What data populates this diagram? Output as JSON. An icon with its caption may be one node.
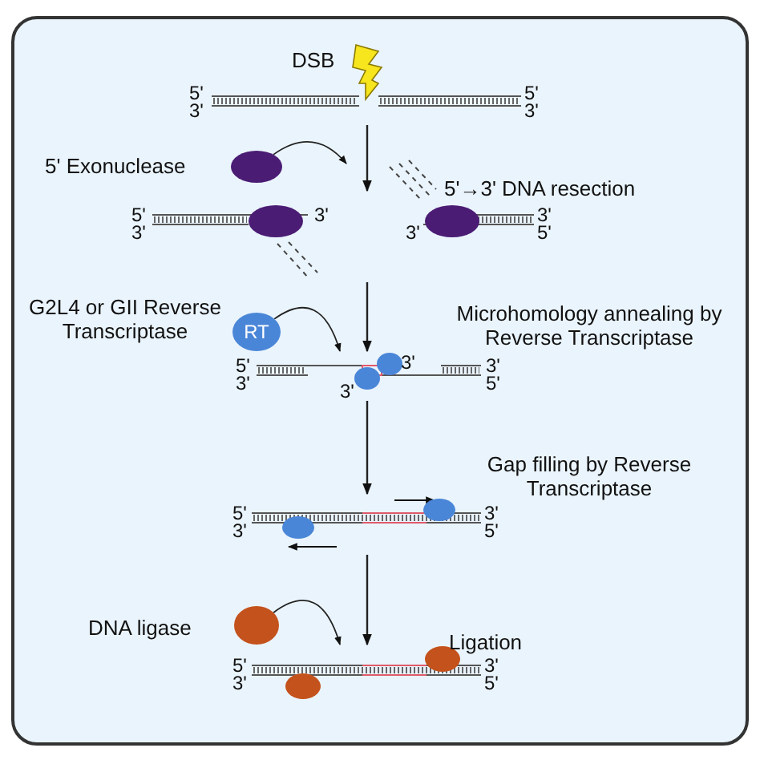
{
  "diagram": {
    "nodes": [
      {
        "text": [
          "5'",
          "3'",
          "5'",
          "3'"
        ],
        "beside": [
          "DSB"
        ]
      },
      {
        "text": [],
        "shape": "circle",
        "beside": [
          "5' Exonuclease"
        ]
      },
      {
        "text": [
          "5'",
          "3'",
          "3'"
        ]
      },
      {
        "text": [
          "3'",
          "3'",
          "5'"
        ]
      },
      {
        "text": [
          "RT"
        ],
        "beside": [
          "G2L4 or GII Reverse Transcriptase"
        ]
      },
      {
        "text": [
          "5'",
          "3'",
          "3'",
          "3'",
          "3'",
          "5'"
        ]
      },
      {
        "text": [
          "5'",
          "3'",
          "3'",
          "5'"
        ]
      },
      {
        "text": [],
        "shape": "circle",
        "beside": [
          "DNA ligase"
        ]
      },
      {
        "text": [
          "5'",
          "3'",
          "3'",
          "5'"
        ]
      }
    ],
    "edges": [
      {
        "from": 0,
        "to": null,
        "arrow": "to"
      },
      {
        "from": null,
        "to": 5,
        "arrow": "to"
      },
      {
        "from": 5,
        "to": 6,
        "arrow": "to"
      },
      {
        "from": 6,
        "to": 8,
        "arrow": "to"
      },
      {
        "from": 1,
        "to": null,
        "arrow": "to"
      },
      {
        "from": 4,
        "to": 5,
        "arrow": "to"
      },
      {
        "from": 7,
        "to": 8,
        "arrow": "to"
      }
    ],
    "labels": [
      "5'→3' DNA resection",
      "Microhomology annealing by Reverse Transcriptase",
      "Gap filling by Reverse Transcriptase",
      "Ligation"
    ]
  }
}
